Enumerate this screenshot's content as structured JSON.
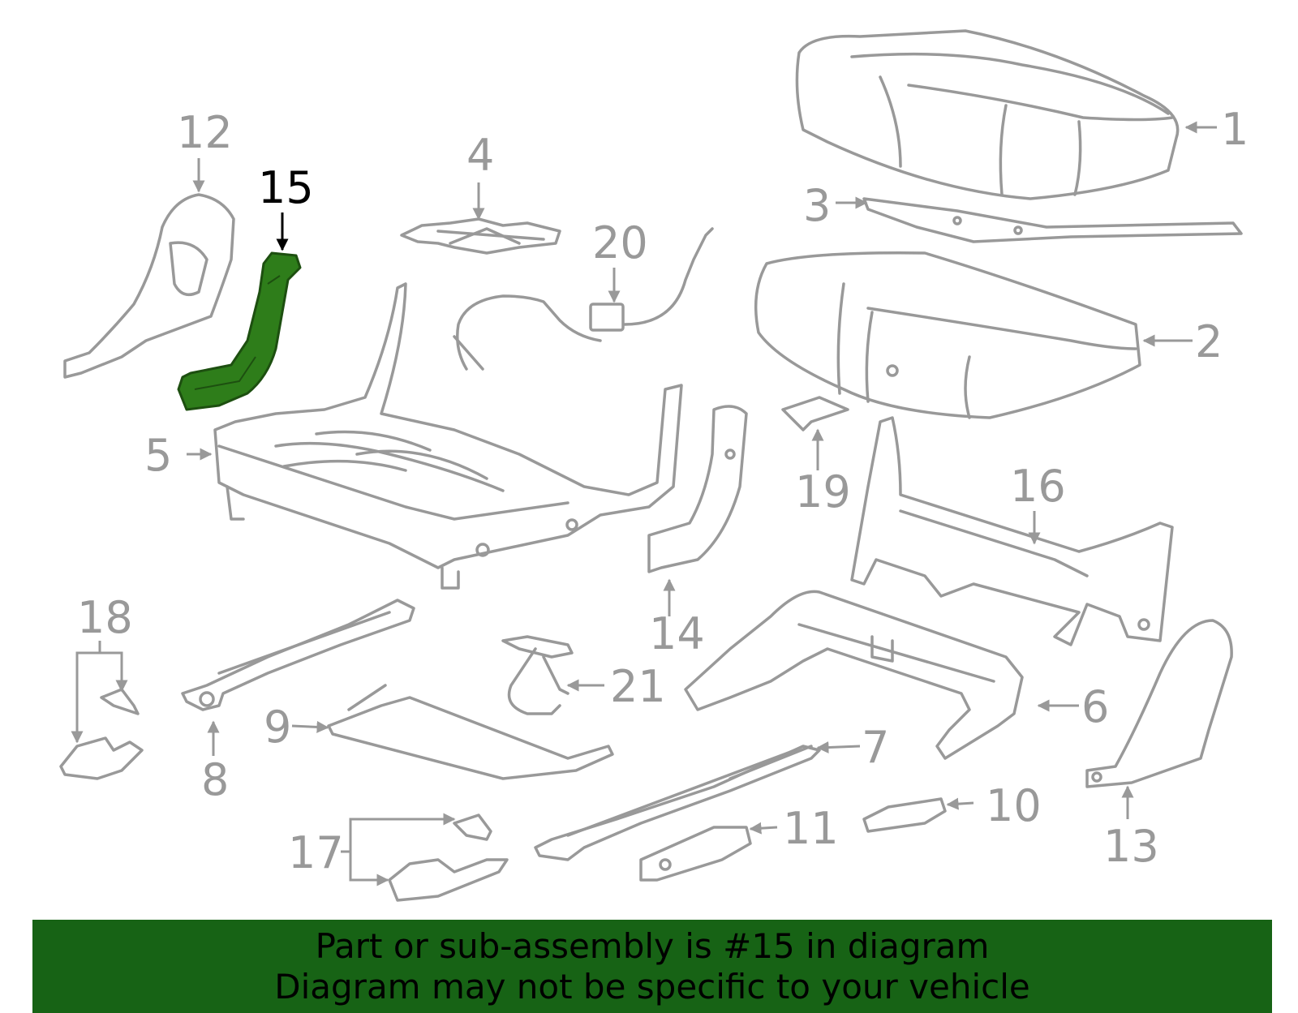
{
  "diagram": {
    "highlighted_part": "15",
    "highlight_color": "#2e7d1a",
    "line_color": "#999999",
    "callouts": [
      "1",
      "2",
      "3",
      "4",
      "5",
      "6",
      "7",
      "8",
      "9",
      "10",
      "11",
      "12",
      "13",
      "14",
      "15",
      "16",
      "17",
      "18",
      "19",
      "20",
      "21"
    ]
  },
  "banner": {
    "background": "#176315",
    "line1": "Part or sub-assembly is #15 in diagram",
    "line2": "Diagram may not be specific to your vehicle"
  }
}
